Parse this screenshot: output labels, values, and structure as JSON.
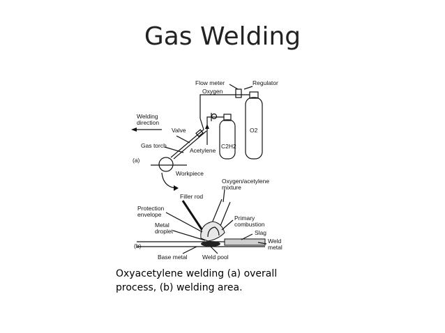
{
  "slide": {
    "title": "Gas Welding",
    "caption_line1": "Oxyacetylene welding (a) overall",
    "caption_line2": "process, (b) welding area."
  },
  "diagram": {
    "labels": {
      "flow_meter": "Flow meter",
      "regulator": "Regulator",
      "oxygen": "Oxygen",
      "welding_direction_1": "Welding",
      "welding_direction_2": "direction",
      "valve": "Valve",
      "gas_torch": "Gas torch",
      "acetylene": "Acetylene",
      "c2h2": "C2H2",
      "o2": "O2",
      "part_a": "(a)",
      "workpiece": "Workpiece",
      "filler_rod": "Filler rod",
      "mixture_1": "Oxygen/acetylene",
      "mixture_2": "mixture",
      "protection_1": "Protection",
      "protection_2": "envelope",
      "primary_1": "Primary",
      "primary_2": "combustion",
      "metal_1": "Metal",
      "metal_2": "droplet",
      "slag": "Slag",
      "weld_metal_1": "Weld",
      "weld_metal_2": "metal",
      "part_b": "(b)",
      "base_metal": "Base metal",
      "weld_pool": "Weld pool"
    }
  }
}
